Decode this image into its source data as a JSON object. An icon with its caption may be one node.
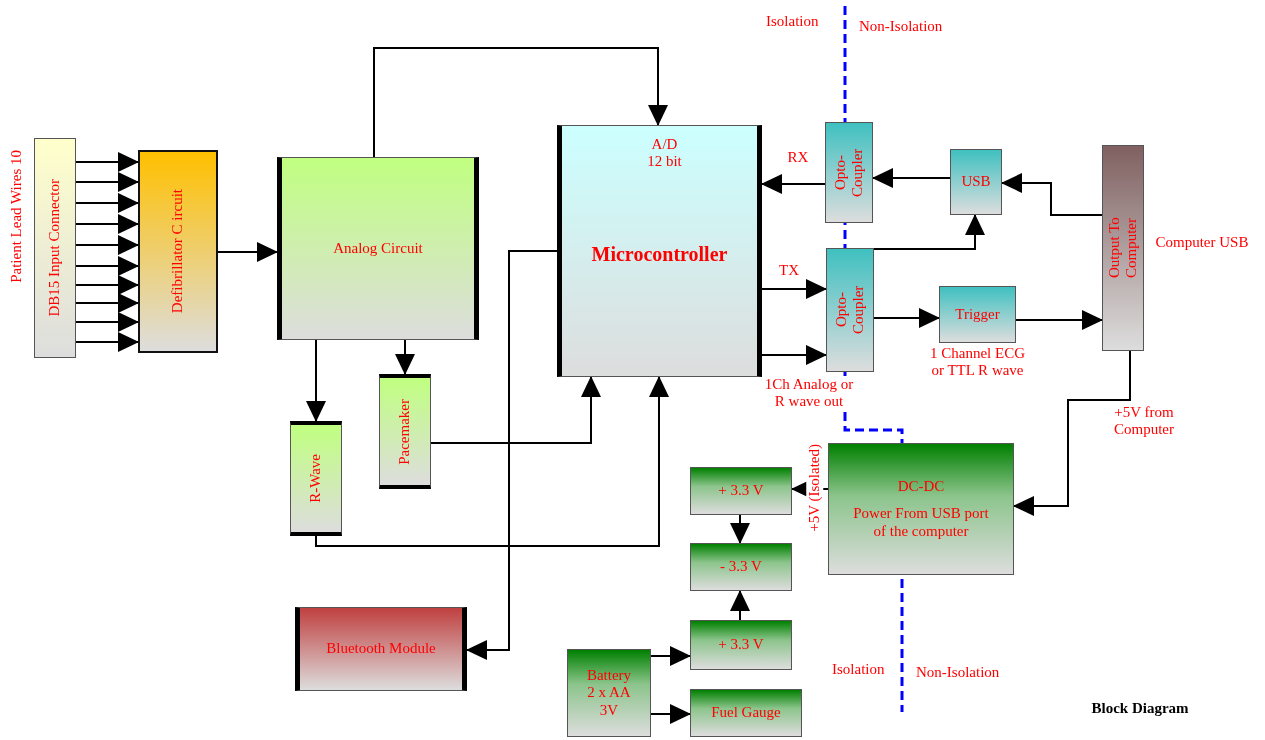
{
  "diagram": {
    "title": "Block Diagram",
    "nodes": [
      {
        "text": [
          "DB15 Input Connector"
        ],
        "beside": [
          "Patient Lead Wires 10"
        ]
      },
      {
        "text": [
          "Defibrillator C ircuit"
        ]
      },
      {
        "text": [
          "Analog Circuit"
        ]
      },
      {
        "text": [
          "A/D 12 bit",
          "Microcontroller"
        ]
      },
      {
        "text": [
          "Opto- Coupler"
        ]
      },
      {
        "text": [
          "USB"
        ]
      },
      {
        "text": [
          "Output To Computer"
        ],
        "beside": [
          "Computer USB"
        ]
      },
      {
        "text": [
          "Opto- Coupler"
        ]
      },
      {
        "text": [
          "Trigger"
        ],
        "beside": [
          "1 Channel ECG or TTL R wave"
        ]
      },
      {
        "text": [
          "Pacemaker"
        ]
      },
      {
        "text": [
          "R-Wave"
        ]
      },
      {
        "text": [
          "DC-DC",
          "Power From USB port of the computer"
        ]
      },
      {
        "text": [
          "+ 3.3 V"
        ]
      },
      {
        "text": [
          "- 3.3 V"
        ]
      },
      {
        "text": [
          "+ 3.3 V"
        ]
      },
      {
        "text": [
          "Bluetooth Module"
        ]
      },
      {
        "text": [
          "Battery 2 x AA 3V"
        ]
      },
      {
        "text": [
          "Fuel Gauge"
        ]
      }
    ],
    "edges": [
      {
        "from": 0,
        "to": 1,
        "arrow": "to"
      },
      {
        "from": 0,
        "to": 1,
        "arrow": "to"
      },
      {
        "from": 0,
        "to": 1,
        "arrow": "to"
      },
      {
        "from": 0,
        "to": 1,
        "arrow": "to"
      },
      {
        "from": 0,
        "to": 1,
        "arrow": "to"
      },
      {
        "from": 0,
        "to": 1,
        "arrow": "to"
      },
      {
        "from": 0,
        "to": 1,
        "arrow": "to"
      },
      {
        "from": 0,
        "to": 1,
        "arrow": "to"
      },
      {
        "from": 0,
        "to": 1,
        "arrow": "to"
      },
      {
        "from": 0,
        "to": 1,
        "arrow": "to"
      },
      {
        "from": 1,
        "to": 2,
        "arrow": "to"
      },
      {
        "from": 2,
        "to": 3,
        "arrow": "to"
      },
      {
        "from": 2,
        "to": 10,
        "arrow": "to"
      },
      {
        "from": 2,
        "to": 9,
        "arrow": "to"
      },
      {
        "from": 9,
        "to": 3,
        "arrow": "to"
      },
      {
        "from": 10,
        "to": 3,
        "arrow": "to"
      },
      {
        "from": 3,
        "to": 15,
        "arrow": "to"
      },
      {
        "from": 4,
        "to": 3,
        "arrow": "to",
        "label": "RX"
      },
      {
        "from": 5,
        "to": 4,
        "arrow": "to"
      },
      {
        "from": 6,
        "to": 5,
        "arrow": "to"
      },
      {
        "from": 3,
        "to": 7,
        "arrow": "to",
        "label": "TX"
      },
      {
        "from": 3,
        "to": 7,
        "arrow": "to",
        "label": "1Ch Analog or R wave out"
      },
      {
        "from": 7,
        "to": 5,
        "arrow": "to"
      },
      {
        "from": 7,
        "to": 8,
        "arrow": "to"
      },
      {
        "from": 8,
        "to": 6,
        "arrow": "to"
      },
      {
        "from": 6,
        "to": 11,
        "arrow": "to",
        "label": "+5V from Computer"
      },
      {
        "from": 11,
        "to": 12,
        "arrow": "to",
        "label": "+5V (Isolated)"
      },
      {
        "from": 12,
        "to": 13,
        "arrow": "to"
      },
      {
        "from": 14,
        "to": 13,
        "arrow": "to"
      },
      {
        "from": 16,
        "to": 14,
        "arrow": "to"
      },
      {
        "from": 16,
        "to": 17,
        "arrow": "to"
      }
    ],
    "labels": [
      "Isolation",
      "Non-Isolation",
      "Isolation",
      "Non-Isolation"
    ]
  }
}
